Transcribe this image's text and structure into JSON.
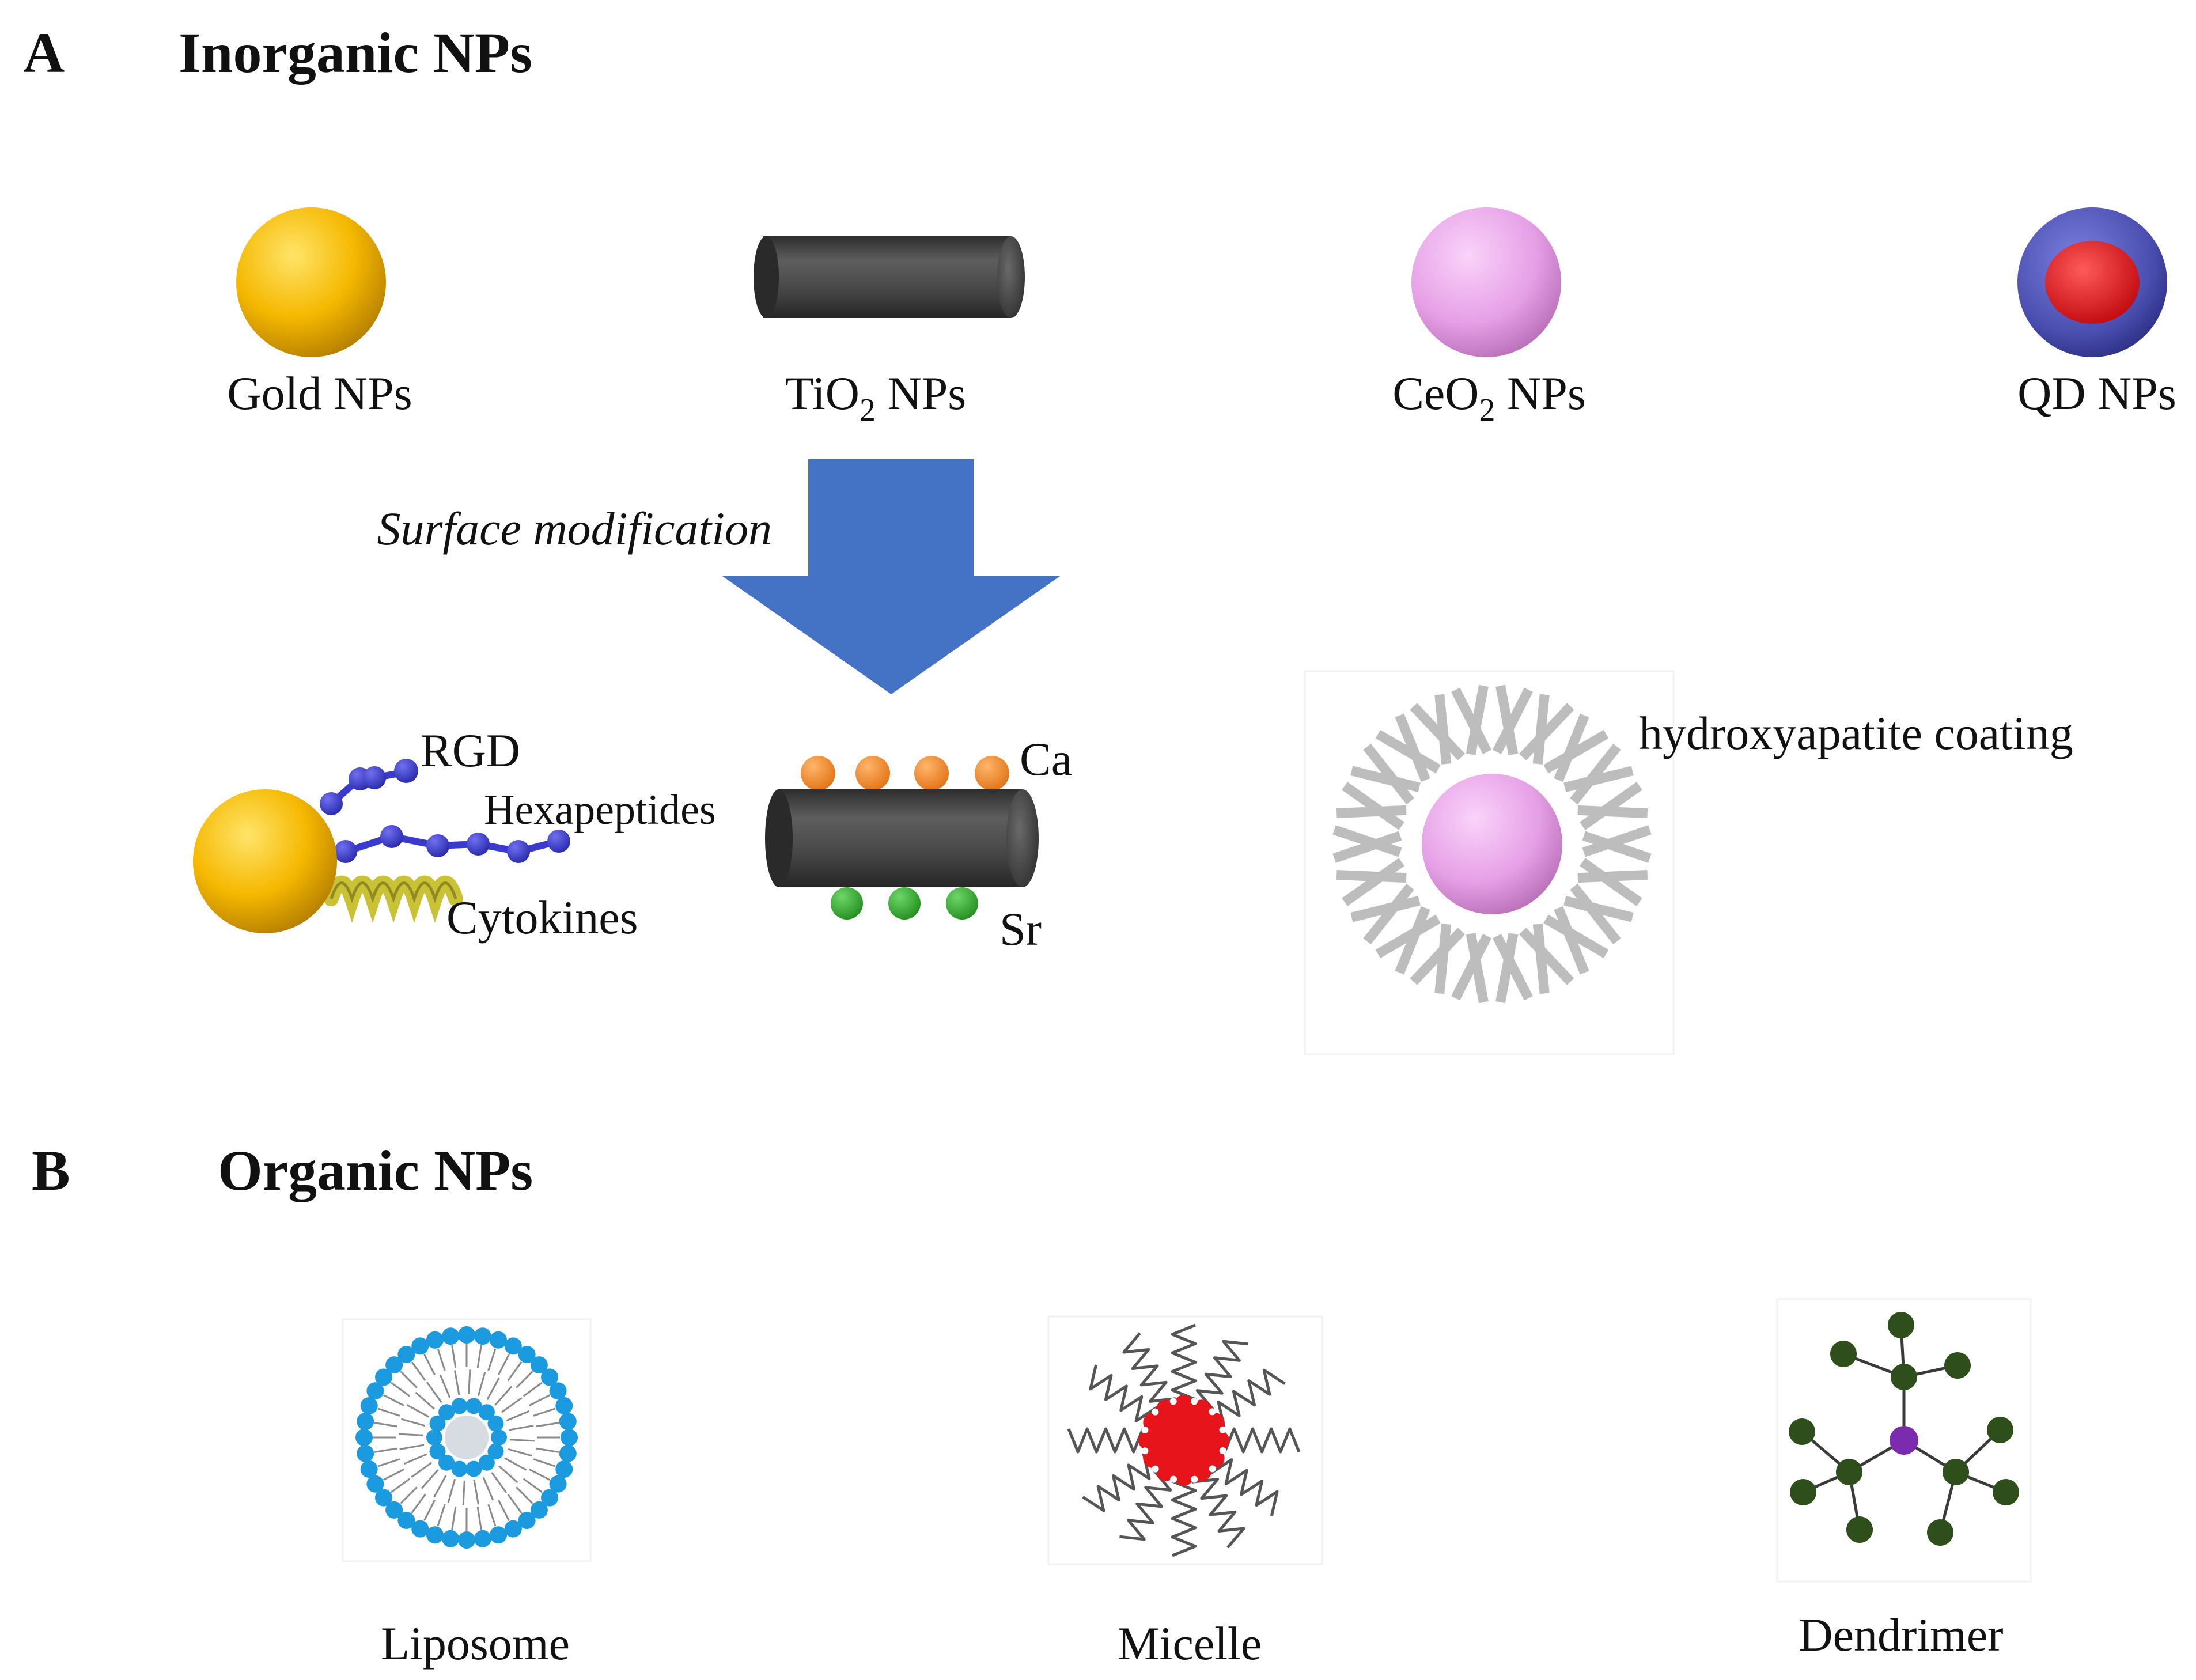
{
  "panel_a": {
    "letter": "A",
    "title": "Inorganic NPs",
    "particles": {
      "gold": {
        "name": "Gold NPs"
      },
      "tio2": {
        "prefix": "TiO",
        "subscript": "2",
        "suffix": " NPs"
      },
      "ceo2": {
        "prefix": "CeO",
        "subscript": "2",
        "suffix": " NPs"
      },
      "qd": {
        "name": "QD NPs"
      }
    },
    "arrow_label": "Surface modification",
    "modified": {
      "gold_labels": {
        "rgd": "RGD",
        "hexapeptides": "Hexapeptides",
        "cytokines": "Cytokines"
      },
      "tio2_labels": {
        "ca": "Ca",
        "sr": "Sr"
      },
      "ceo2_label": "hydroxyapatite coating"
    }
  },
  "panel_b": {
    "letter": "B",
    "title": "Organic NPs",
    "items": {
      "liposome": "Liposome",
      "micelle": "Micelle",
      "dendrimer": "Dendrimer"
    }
  },
  "colors": {
    "arrow": "#4472C4",
    "gold": "#F5B800",
    "rod": "#4A4A4A",
    "ceo2": "#E6A0E6",
    "qd_shell": "#4B4FB0",
    "qd_core": "#E0161C",
    "peptide": "#3A3ACF",
    "cytokine": "#C9C236",
    "calcium": "#F08A2C",
    "strontium": "#33A12E",
    "lipid_head": "#1B9AE0",
    "micelle_core": "#E8141C",
    "dendrimer_node": "#2E4F1C",
    "dendrimer_center": "#7A2BAE"
  }
}
